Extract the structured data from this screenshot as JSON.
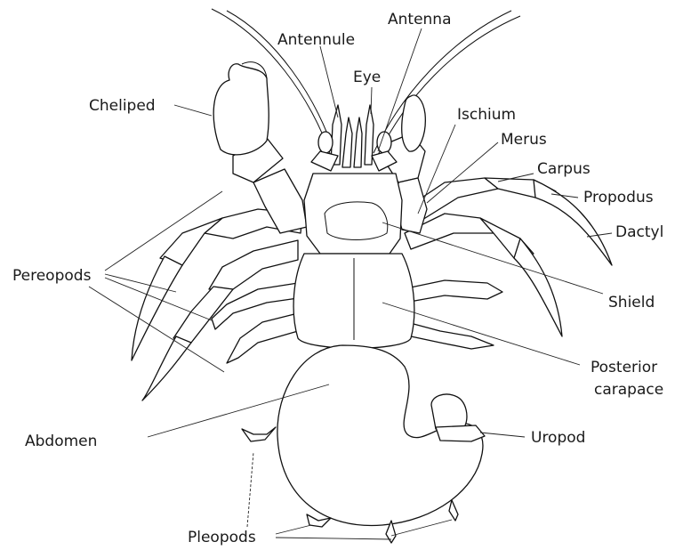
{
  "figure": {
    "subject": "hermit crab ventral anatomy diagram",
    "colors": {
      "ink": "#111111",
      "label": "#1a1a1a",
      "background": "#ffffff"
    }
  },
  "labels": {
    "antennule": "Antennule",
    "antenna": "Antenna",
    "eye": "Eye",
    "cheliped": "Cheliped",
    "ischium": "Ischium",
    "merus": "Merus",
    "carpus": "Carpus",
    "propodus": "Propodus",
    "dactyl": "Dactyl",
    "pereopods": "Pereopods",
    "shield": "Shield",
    "posterior_carapace_line1": "Posterior",
    "posterior_carapace_line2": "carapace",
    "abdomen": "Abdomen",
    "uropod": "Uropod",
    "pleopods": "Pleopods"
  }
}
